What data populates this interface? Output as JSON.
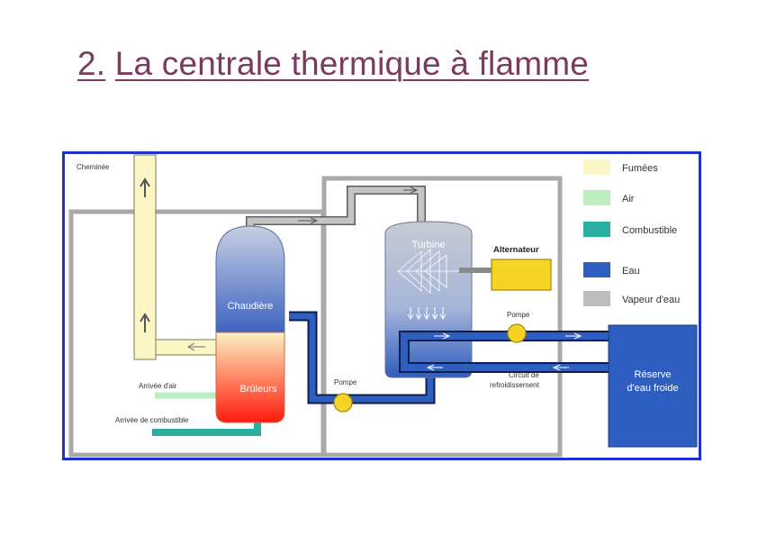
{
  "title": {
    "number": "2.",
    "text": "La centrale thermique à flamme"
  },
  "labels": {
    "cheminee": "Cheminée",
    "chaudiere": "Chaudière",
    "bruleurs": "Brûleurs",
    "arrivee_air": "Arrivée d'air",
    "arrivee_combustible": "Arrivée de combustible",
    "pompe_left": "Pompe",
    "pompe_right": "Pompe",
    "turbine": "Turbine",
    "alternateur": "Alternateur",
    "circuit_line1": "Circuit de",
    "circuit_line2": "refroidissement",
    "reserve_line1": "Réserve",
    "reserve_line2": "d'eau froide"
  },
  "legend": [
    {
      "label": "Fumées",
      "color": "#fbf6c4"
    },
    {
      "label": "Air",
      "color": "#bdeec0"
    },
    {
      "label": "Combustible",
      "color": "#2aaea2"
    },
    {
      "label": "Eau",
      "color": "#2e5fc0"
    },
    {
      "label": "Vapeur d'eau",
      "color": "#bdbdbd"
    }
  ],
  "colors": {
    "title": "#7b3a5e",
    "frame": "#1f2fd0",
    "water": "#2e5fc0",
    "pump": "#f5d426",
    "alternator": "#f5d426",
    "burner": "#ff2a1a"
  }
}
